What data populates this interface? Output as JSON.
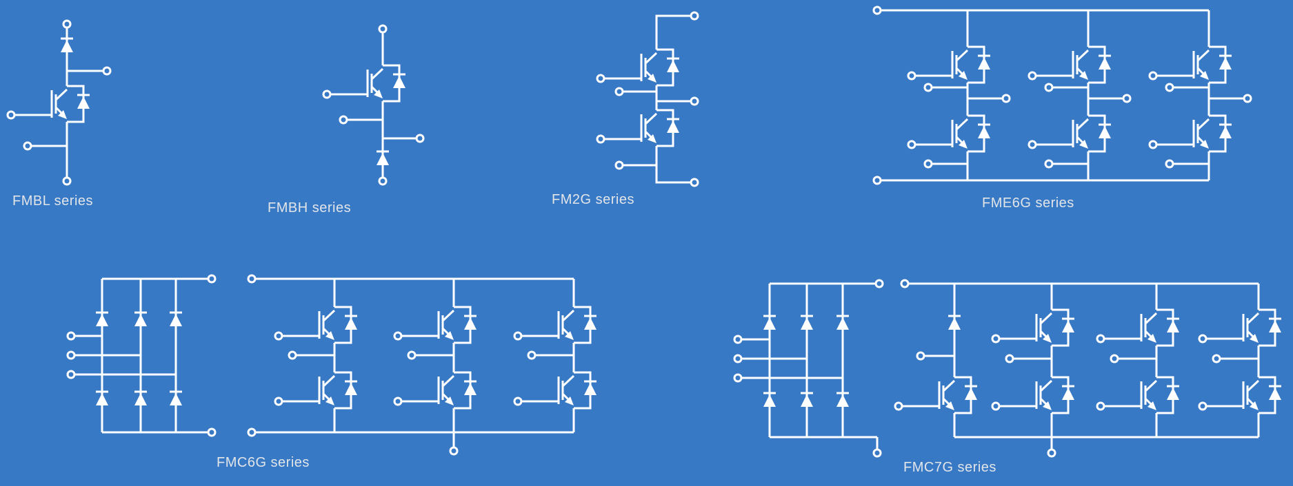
{
  "page": {
    "background_color": "#3879C6",
    "line_color": "#FFFFFF",
    "label_color": "#E2E5E8"
  },
  "circuits": [
    {
      "id": "fmbl",
      "label": "FMBL series",
      "structure": "single IGBT chopper, series diode between collector node and top terminal, freewheel diode across IGBT",
      "igbt_count": 1,
      "diode_count": 2,
      "terminal_count": 5
    },
    {
      "id": "fmbh",
      "label": "FMBH series",
      "structure": "single IGBT chopper, series diode between emitter node and bottom terminal, freewheel diode across IGBT",
      "igbt_count": 1,
      "diode_count": 2,
      "terminal_count": 5
    },
    {
      "id": "fm2g",
      "label": "FM2G series",
      "structure": "half-bridge: two IGBTs in series with freewheel diodes, midpoint output terminal, gate and emitter-sense terminals",
      "igbt_count": 2,
      "diode_count": 2,
      "terminal_count": 7
    },
    {
      "id": "fme6g",
      "label": "FME6G series",
      "structure": "three-phase six-IGBT bridge (6-pack): three half-bridge legs on common P and N buses, phase output terminal per leg, gate and emitter-sense terminals",
      "igbt_count": 6,
      "diode_count": 6,
      "terminal_count": 17
    },
    {
      "id": "fmc6g",
      "label": "FMC6G series",
      "structure": "converter-inverter: three-phase diode rectifier bridge (6 diodes, 3 AC inputs) plus three-phase six-IGBT inverter with phase output terminals",
      "igbt_count": 6,
      "diode_count": 12,
      "terminal_count": 17
    },
    {
      "id": "fmc7g",
      "label": "FMC7G series",
      "structure": "converter-inverter-brake: three-phase diode rectifier bridge, brake chopper IGBT with diode to P bus and B terminal, three-phase six-IGBT inverter",
      "igbt_count": 7,
      "diode_count": 14,
      "terminal_count": 18
    }
  ]
}
